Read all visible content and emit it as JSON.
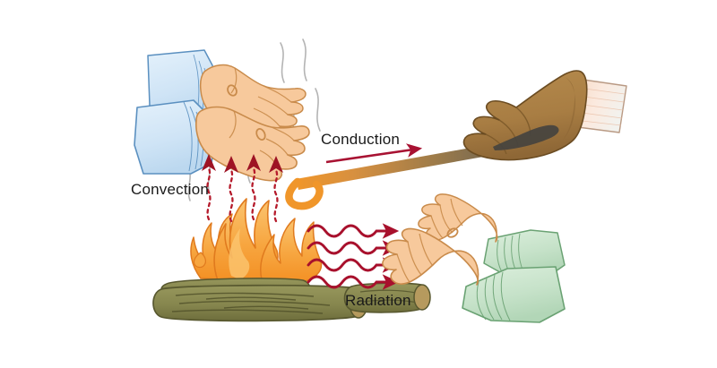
{
  "diagram": {
    "title": "Heat Transfer Methods Illustration",
    "background_color": "#ffffff",
    "labels": {
      "conduction": "Conduction",
      "convection": "Convection",
      "radiation": "Radiation"
    },
    "arrow_colors": {
      "conduction_arrow": "#a81232",
      "convection_arrow": "#b51a2b",
      "radiation_arrow": "#a8102c",
      "shimmer_line": "#b0b0b0"
    },
    "objects": {
      "campfire": {
        "name": "campfire",
        "flame_color": "#f5a43c",
        "flame_highlight": "#f9c066",
        "flame_outline": "#e07a1e",
        "log_color": "#8a8a52",
        "log_outline": "#5c5c30",
        "log_end_color": "#b69a5e"
      },
      "warming_hands": {
        "name": "hands-warming-above-fire",
        "skin_color": "#f6c79a",
        "skin_outline": "#c98b4b",
        "sleeve_color": "#d3e7f7",
        "sleeve_outline": "#5b90c0"
      },
      "gloved_hand": {
        "name": "gloved-hand-holding-poker",
        "glove_color": "#a87d43",
        "glove_shadow": "#8b6433",
        "glove_outline": "#6b4c22",
        "cuff_color": "#f7e0d0",
        "cuff_outline": "#b99a84"
      },
      "poker": {
        "name": "fire-poker",
        "handle_color": "#555555",
        "shaft_color": "#9a7a4a",
        "hot_tip_color": "#f0962a"
      },
      "radiation_hands": {
        "name": "hands-facing-radiation",
        "skin_color": "#f6c79a",
        "skin_outline": "#c98b4b",
        "sleeve_color": "#c9e4cc",
        "sleeve_outline": "#6aa273"
      }
    },
    "counts": {
      "convection_arrows": 4,
      "radiation_waves": 4,
      "shimmer_lines": 6,
      "logs": 3
    }
  }
}
